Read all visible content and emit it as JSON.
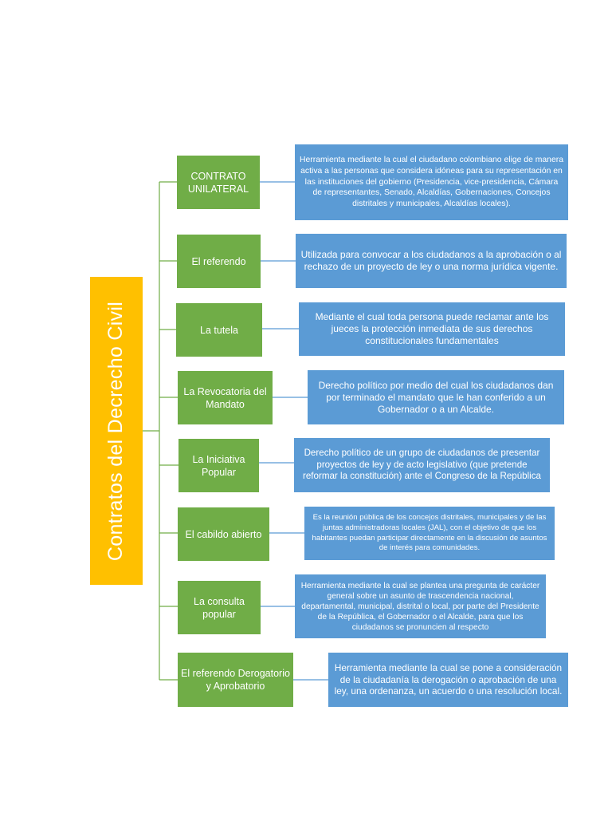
{
  "root": {
    "label": "Contratos del Decrecho Civil"
  },
  "items": [
    {
      "concept": "CONTRATO UNILATERAL",
      "description": "Herramienta mediante la cual el ciudadano colombiano elige de manera activa a las personas que considera idóneas para su representación en las instituciones del gobierno (Presidencia, vice-presidencia, Cámara de representantes, Senado, Alcaldías, Gobernaciones, Concejos distritales y municipales, Alcaldías locales)."
    },
    {
      "concept": "El referendo",
      "description": "Utilizada para convocar a los ciudadanos a la aprobación o al rechazo de un proyecto de ley o una norma jurídica vigente."
    },
    {
      "concept": "La tutela",
      "description": "Mediante el cual toda persona puede reclamar ante los jueces la protección inmediata de sus derechos constitucionales fundamentales"
    },
    {
      "concept": "La Revocatoria del Mandato",
      "description": "Derecho político por medio del cual los ciudadanos dan por terminado el mandato que le han conferido a un Gobernador o a un Alcalde."
    },
    {
      "concept": "La Iniciativa Popular",
      "description": "Derecho político de un grupo de ciudadanos de presentar proyectos de ley y de acto legislativo (que pretende reformar la constitución) ante el Congreso de la República"
    },
    {
      "concept": "El cabildo abierto",
      "description": "Es la reunión pública de los concejos distritales, municipales y de las juntas administradoras locales (JAL), con el objetivo de que los habitantes puedan participar directamente en la discusión de asuntos de interés para comunidades."
    },
    {
      "concept": "La consulta popular",
      "description": "Herramienta mediante la cual se plantea una pregunta de carácter general sobre un asunto de trascendencia nacional, departamental, municipal, distrital o local, por parte del Presidente de la República, el Gobernador o el Alcalde, para que los ciudadanos se pronuncien al respecto"
    },
    {
      "concept": "El referendo Derogatorio y Aprobatorio",
      "description": "Herramienta mediante la cual se pone a consideración de la ciudadanía la derogación o aprobación de una ley, una ordenanza, un acuerdo o una resolución local."
    }
  ],
  "colors": {
    "root": "#FFC000",
    "concept": "#70AD47",
    "description": "#5B9BD5",
    "connector": "#70AD47"
  }
}
